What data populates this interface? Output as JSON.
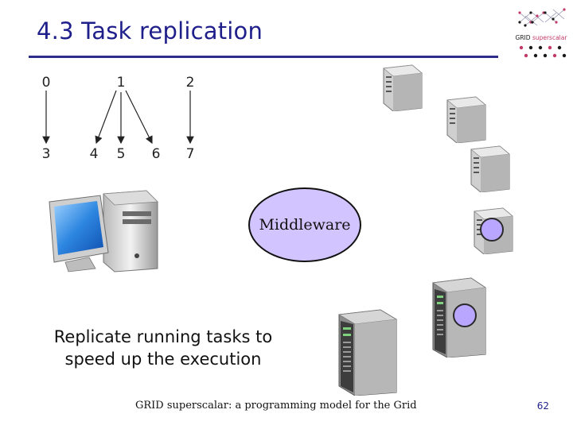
{
  "slide": {
    "title": "4.3 Task replication",
    "caption_line1": "Replicate running tasks to",
    "caption_line2": "speed up the execution",
    "middleware_label": "Middleware",
    "footer": "GRID superscalar: a programming model for the Grid",
    "page_number": "62"
  },
  "logo": {
    "brand_grid": "GRID",
    "brand_rest": "superscalar"
  },
  "graph": {
    "nodes": [
      {
        "id": "n0",
        "label": "0"
      },
      {
        "id": "n1",
        "label": "1"
      },
      {
        "id": "n2",
        "label": "2"
      },
      {
        "id": "n3",
        "label": "3"
      },
      {
        "id": "n4",
        "label": "4"
      },
      {
        "id": "n5",
        "label": "5"
      },
      {
        "id": "n6",
        "label": "6"
      },
      {
        "id": "n7",
        "label": "7"
      }
    ],
    "edges": [
      [
        "0",
        "3"
      ],
      [
        "1",
        "4"
      ],
      [
        "1",
        "5"
      ],
      [
        "1",
        "6"
      ],
      [
        "2",
        "7"
      ]
    ]
  },
  "colors": {
    "title": "#1f1f8c",
    "rule": "#2e2e8a",
    "middleware_fill": "#d2c4ff",
    "task_marker": "#b9a6ff",
    "logo_accent": "#c23a6a"
  },
  "icons": {
    "client": "desktop-computer-icon",
    "servers": "tower-server-icon",
    "task": "running-task-icon"
  }
}
